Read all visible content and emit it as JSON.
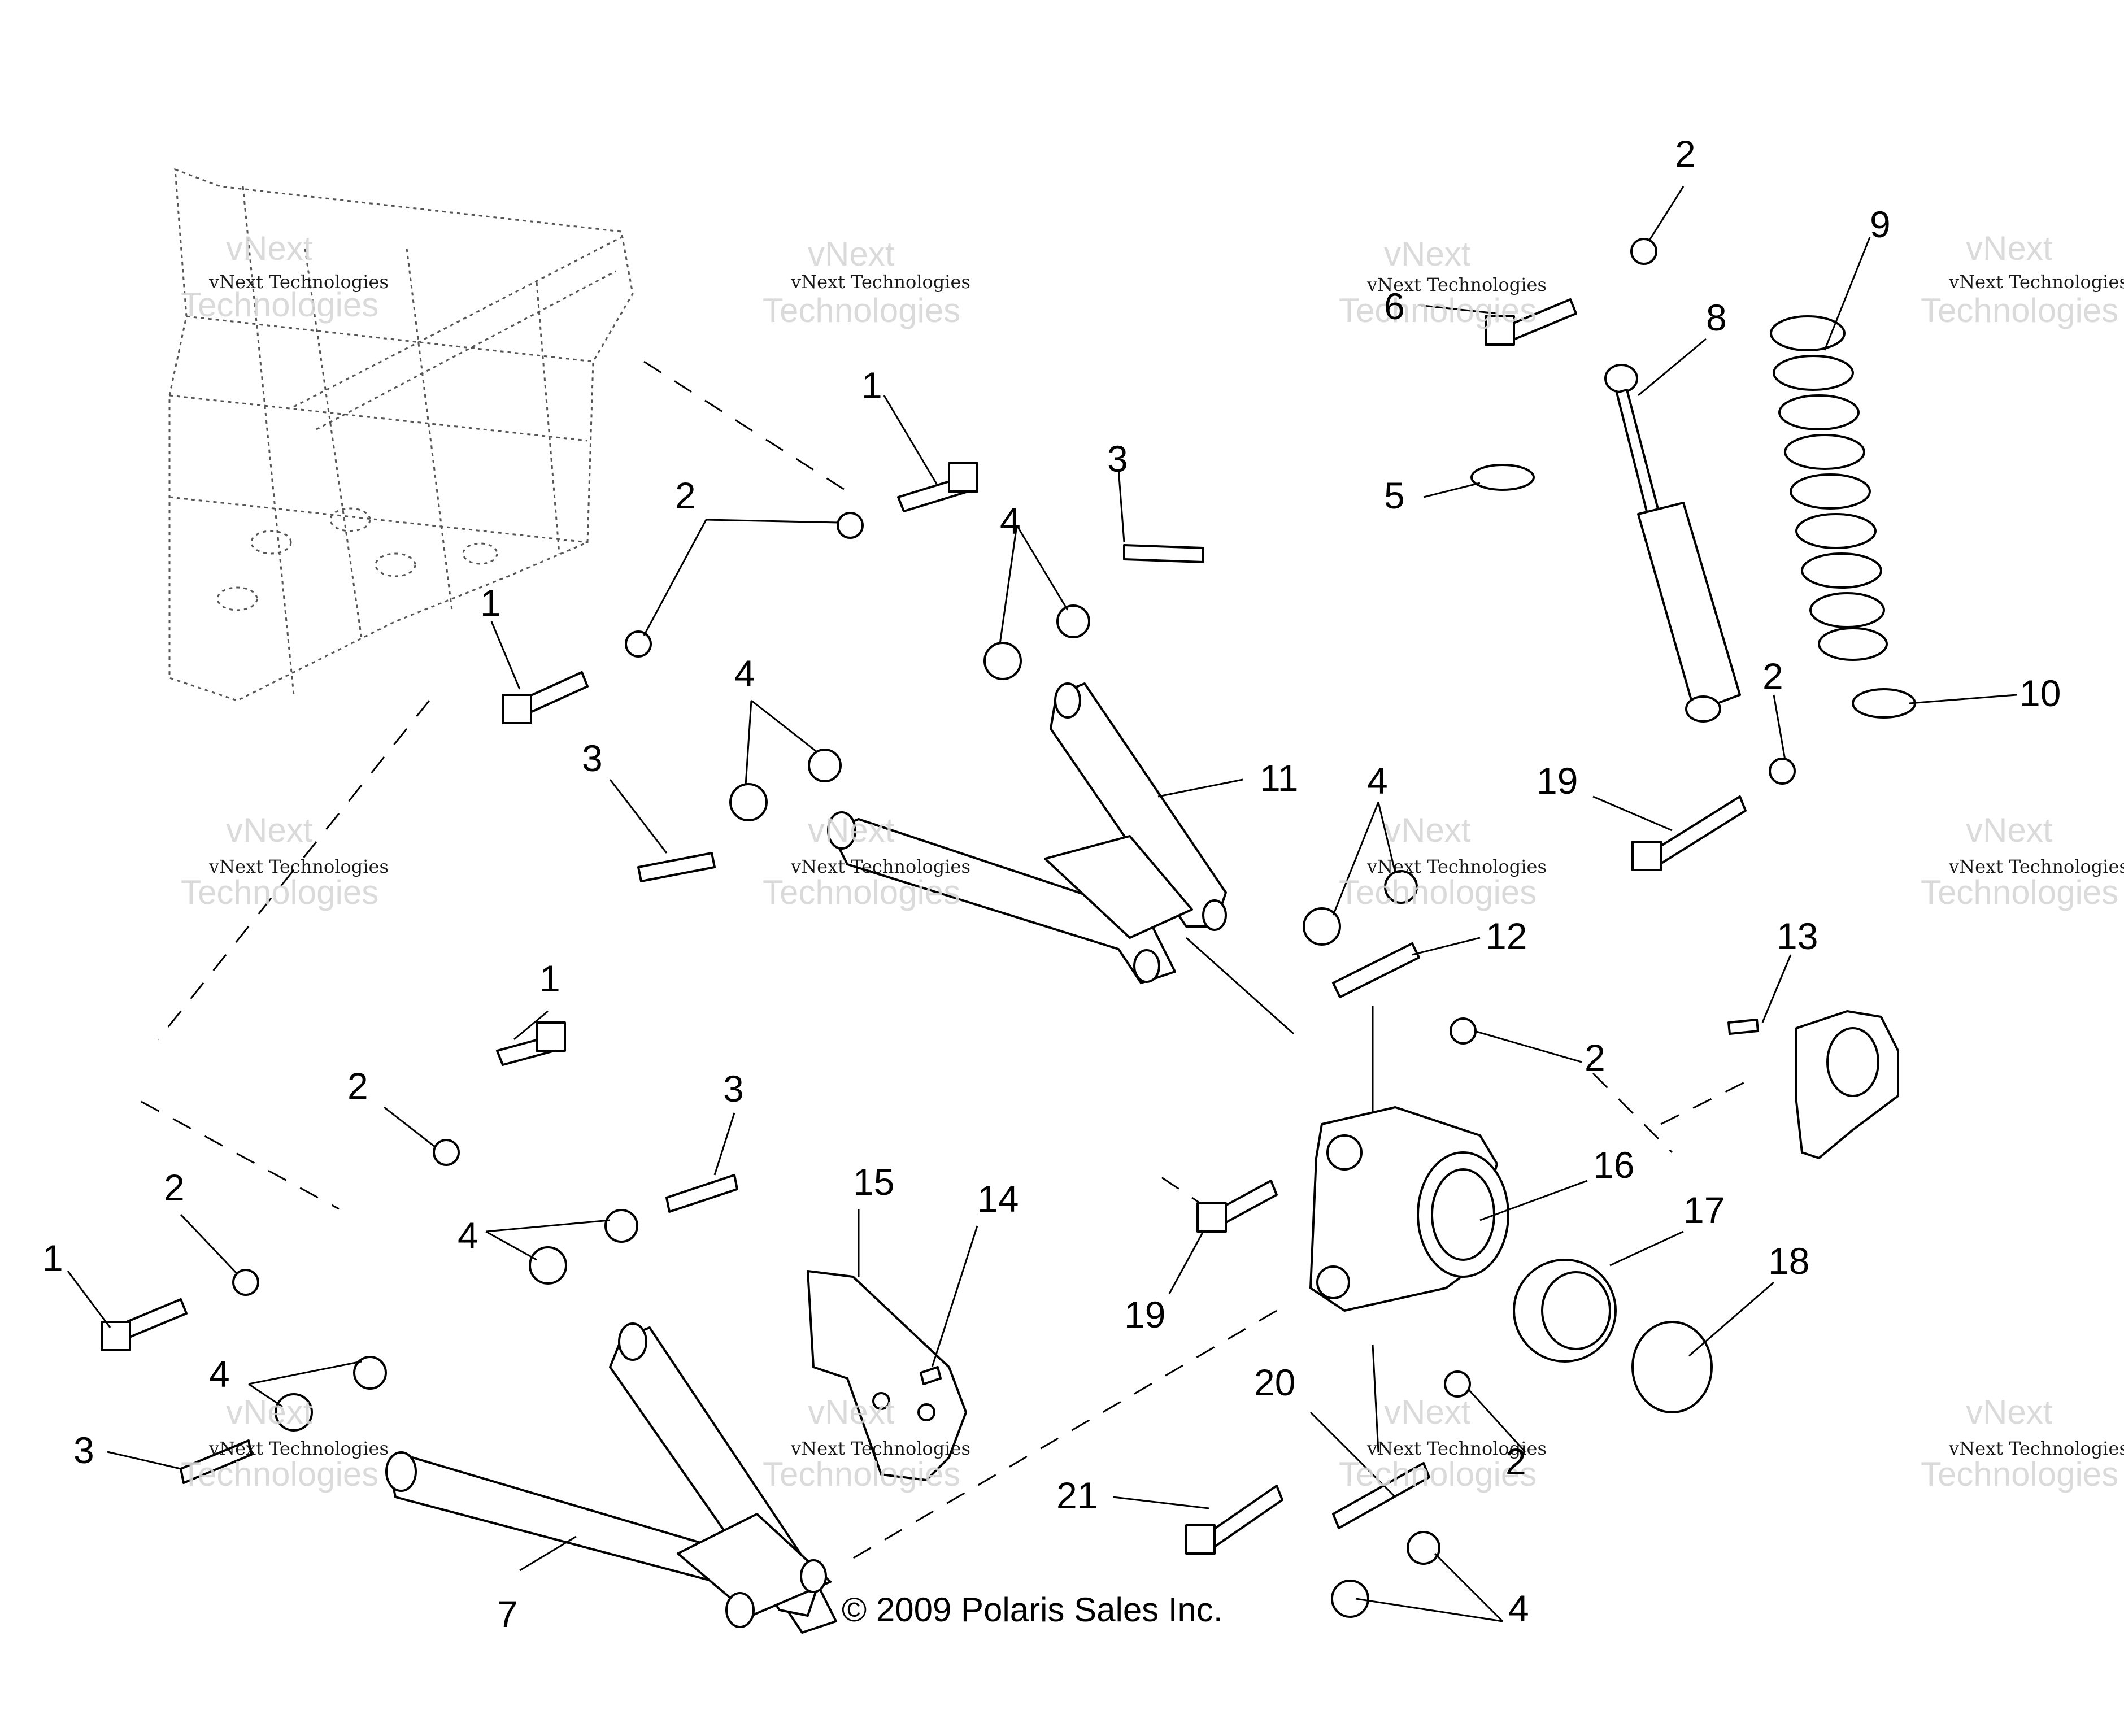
{
  "copyright": "© 2009 Polaris Sales Inc.",
  "watermark": {
    "line1": "vNext Technologies",
    "line2": "vNext",
    "line3": "Technologies"
  },
  "callouts": [
    "1",
    "2",
    "3",
    "4",
    "5",
    "6",
    "7",
    "8",
    "9",
    "10",
    "11",
    "12",
    "13",
    "14",
    "15",
    "16",
    "17",
    "18",
    "19",
    "20",
    "21"
  ],
  "parts": {
    "frame": "frame",
    "upper_a_arm": "upper A-arm",
    "lower_a_arm": "lower A-arm",
    "shock": "shock",
    "spring": "spring",
    "bearing_carrier": "bearing carrier",
    "caliper": "caliper",
    "guard_plate": "guard plate",
    "bearing": "bearing",
    "retaining_ring": "retaining ring"
  }
}
